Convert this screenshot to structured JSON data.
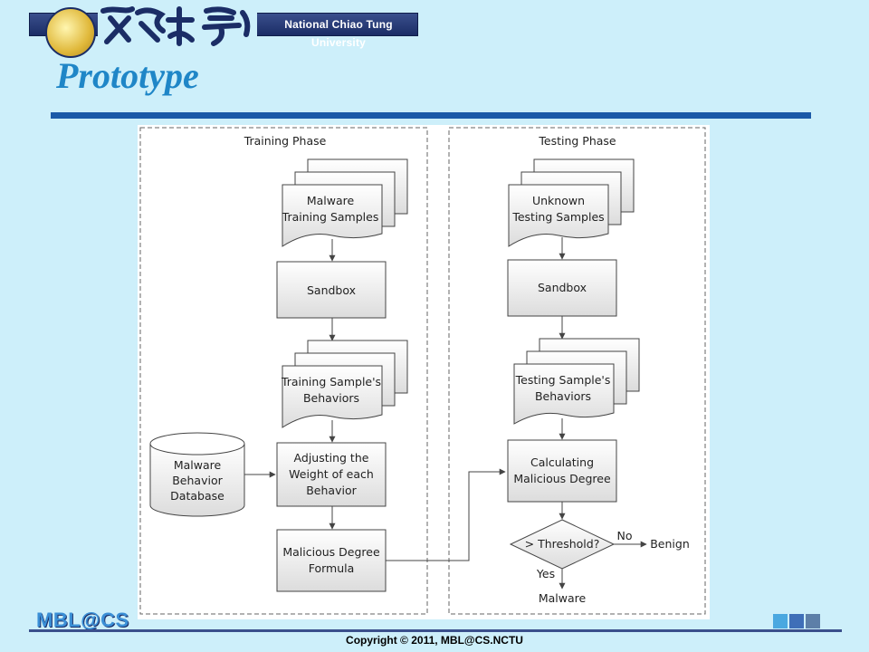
{
  "header": {
    "university_name": "National Chiao Tung University",
    "calligraphy": "交通大學"
  },
  "slide": {
    "title": "Prototype"
  },
  "diagram": {
    "training": {
      "label": "Training Phase",
      "samples": [
        "Malware",
        "Training Samples"
      ],
      "sandbox": "Sandbox",
      "behaviors": [
        "Training Sample's",
        "Behaviors"
      ],
      "adjust": [
        "Adjusting the",
        "Weight of each",
        "Behavior"
      ],
      "formula": [
        "Malicious Degree",
        "Formula"
      ],
      "database": [
        "Malware",
        "Behavior",
        "Database"
      ]
    },
    "testing": {
      "label": "Testing Phase",
      "samples": [
        "Unknown",
        "Testing Samples"
      ],
      "sandbox": "Sandbox",
      "behaviors": [
        "Testing Sample's",
        "Behaviors"
      ],
      "calc": [
        "Calculating",
        "Malicious Degree"
      ],
      "decision": "> Threshold?",
      "no_label": "No",
      "yes_label": "Yes",
      "benign": "Benign",
      "malware": "Malware"
    }
  },
  "footer": {
    "logo": "MBL@CS",
    "copyright": "Copyright  © 2011, MBL@CS.NCTU",
    "square_colors": [
      "#4aa8e0",
      "#3f6fb8",
      "#5d7fa8"
    ]
  }
}
